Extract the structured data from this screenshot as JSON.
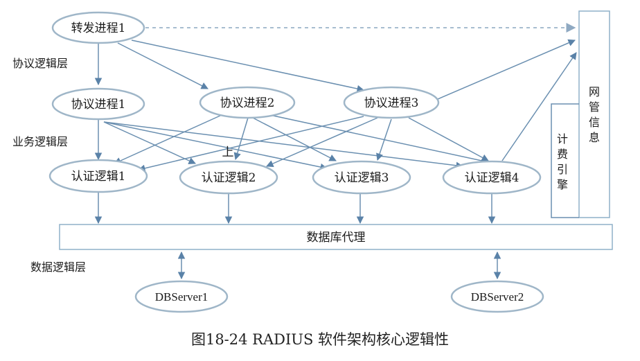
{
  "nodes": {
    "forward_process": "转发进程1",
    "protocol_process_1": "协议进程1",
    "protocol_process_2": "协议进程2",
    "protocol_process_3": "协议进程3",
    "auth_logic_1": "认证逻辑1",
    "auth_logic_2": "认证逻辑2",
    "auth_logic_3": "认证逻辑3",
    "auth_logic_4": "认证逻辑4",
    "db_proxy": "数据库代理",
    "db_server_1": "DBServer1",
    "db_server_2": "DBServer2"
  },
  "side_boxes": {
    "network_management": [
      "网",
      "管",
      "信",
      "息"
    ],
    "accounting_engine": [
      "计",
      "费",
      "引",
      "擎"
    ]
  },
  "layers": {
    "protocol": "协议逻辑层",
    "business": "业务逻辑层",
    "data": "数据逻辑层"
  },
  "stray_label": "上",
  "caption": "图18-24 RADIUS 软件架构核心逻辑性",
  "colors": {
    "ellipse_stroke": "#9fb6c8",
    "edge": "#6a8fb0",
    "dashed_edge": "#a7bdd0"
  }
}
